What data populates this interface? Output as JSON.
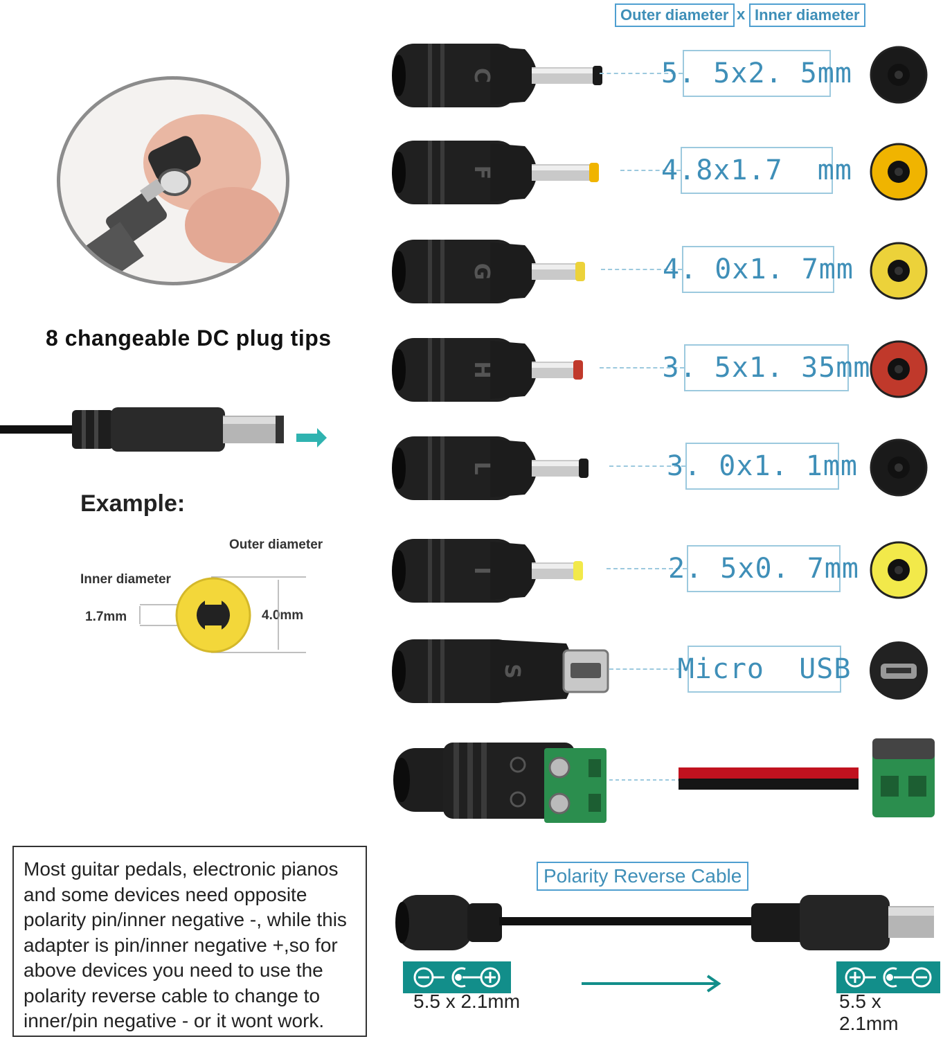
{
  "header": {
    "outer": "Outer diameter",
    "x": "x",
    "inner": "Inner diameter"
  },
  "title": "8 changeable DC plug tips",
  "example": {
    "title": "Example:",
    "outer_label": "Outer diameter",
    "inner_label": "Inner diameter",
    "inner_value": "1.7mm",
    "outer_value": "4.0mm"
  },
  "tips": [
    {
      "letter": "C",
      "size": "5. 5x2. 5mm",
      "end_color": "#1a1a1a"
    },
    {
      "letter": "F",
      "size": "4.8x1.7  mm",
      "end_color": "#f0b400"
    },
    {
      "letter": "G",
      "size": "4. 0x1. 7mm",
      "end_color": "#ecd23a"
    },
    {
      "letter": "H",
      "size": "3. 5x1. 35mm",
      "end_color": "#c0392b"
    },
    {
      "letter": "L",
      "size": "3. 0x1. 1mm",
      "end_color": "#1a1a1a"
    },
    {
      "letter": "I",
      "size": "2. 5x0. 7mm",
      "end_color": "#f2e94a"
    },
    {
      "letter": "S",
      "size": "Micro  USB",
      "end_color": "#333333"
    }
  ],
  "note": "Most guitar pedals, electronic pianos and some devices need opposite polarity pin/inner negative -, while this adapter is pin/inner negative +,so for above devices you need to use the polarity reverse cable to change to inner/pin negative - or it wont work.",
  "polarity": {
    "title": "Polarity Reverse Cable",
    "left_size": "5.5 x 2.1mm",
    "right_size": "5.5 x 2.1mm"
  },
  "colors": {
    "accent": "#3f8fb8",
    "teal": "#128e8a",
    "box_border": "#9cc9de"
  }
}
